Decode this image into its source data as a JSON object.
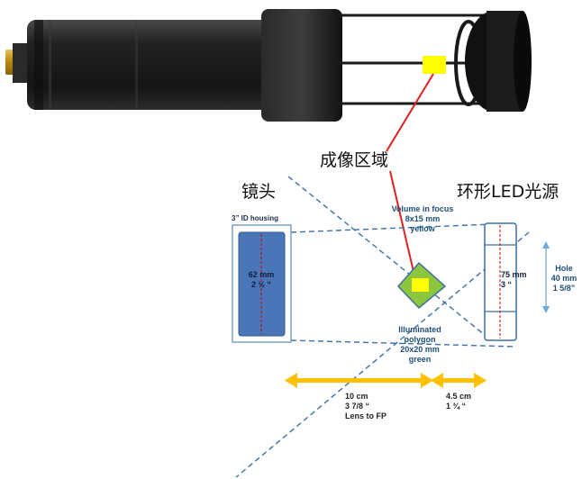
{
  "labels": {
    "imaging_area": "成像区域",
    "lens": "镜头",
    "ring_light": "环形LED光源",
    "housing": "3” ID housing",
    "lens_dim_1": "62 mm",
    "lens_dim_2": "2 ½ “",
    "volume_1": "Volume in focus",
    "volume_2": "8x15 mm",
    "volume_3": "yellow",
    "ring_dim_1": "75 mm",
    "ring_dim_2": "3 “",
    "hole_1": "Hole",
    "hole_2": "40 mm",
    "hole_3": "1 5/8”",
    "poly_1": "Illuminated",
    "poly_2": "polygon",
    "poly_3": "20x20 mm",
    "poly_4": "green",
    "dist1_1": "10 cm",
    "dist1_2": "3 7/8 “",
    "dist1_3": "Lens to FP",
    "dist2_1": "4.5 cm",
    "dist2_2": "1 ¾ “"
  },
  "colors": {
    "camera_body": "#1b1b1b",
    "lens_fill": "#4a76b8",
    "lens_housing_stroke": "#7f9fc7",
    "dashed_lines": "#3b6fa5",
    "focus_volume": "#ffff00",
    "illuminated_polygon": "#8cc63f",
    "pointer_line": "#e02020",
    "dimension_arrows": "#ffc000"
  }
}
